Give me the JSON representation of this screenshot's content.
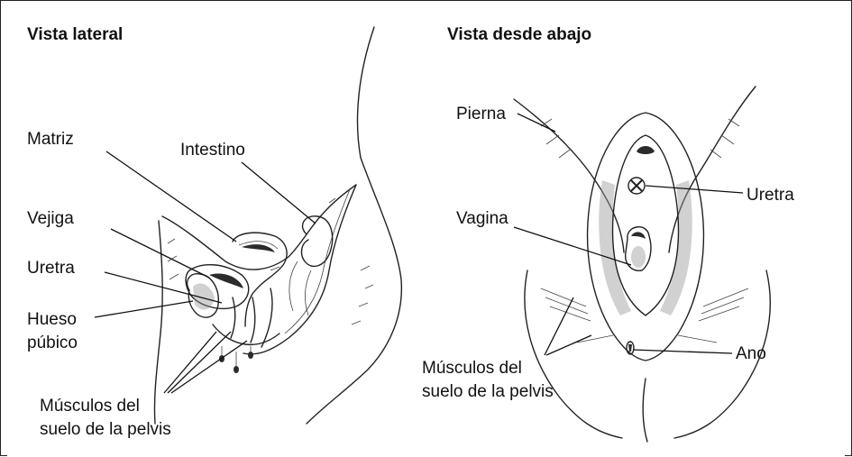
{
  "left_panel": {
    "title": "Vista lateral",
    "labels": {
      "matriz": "Matriz",
      "intestino": "Intestino",
      "vejiga": "Vejiga",
      "uretra": "Uretra",
      "hueso_line1": "Hueso",
      "hueso_line2": "púbico",
      "musculos_line1": "Músculos del",
      "musculos_line2": "suelo de la pelvis"
    }
  },
  "right_panel": {
    "title": "Vista desde abajo",
    "labels": {
      "pierna": "Pierna",
      "uretra": "Uretra",
      "vagina": "Vagina",
      "ano": "Ano",
      "musculos_line1": "Músculos del",
      "musculos_line2": "suelo de la pelvis"
    }
  }
}
